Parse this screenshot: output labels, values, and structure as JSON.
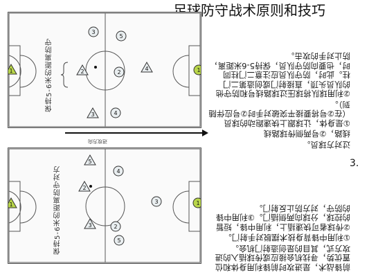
{
  "title": "足球防守战术原则和技巧",
  "diagram_top": {
    "players": [
      {
        "kind": "triangle",
        "label": "1",
        "color": "#b9d64a"
      },
      {
        "kind": "triangle",
        "label": "2",
        "color": "#e9eef0"
      },
      {
        "kind": "triangle",
        "label": "3",
        "color": "#e9eef0"
      },
      {
        "kind": "triangle",
        "label": "4",
        "color": "#e9eef0"
      },
      {
        "kind": "circle",
        "label": "1",
        "color": "#b9d64a"
      },
      {
        "kind": "circle",
        "label": "2",
        "color": "#e9eef0"
      },
      {
        "kind": "circle",
        "label": "3",
        "color": "#e9eef0"
      },
      {
        "kind": "circle",
        "label": "4",
        "color": "#e9eef0"
      },
      {
        "kind": "circle",
        "label": "5",
        "color": "#e9eef0"
      }
    ],
    "note": "保持5-6米的距离防守"
  },
  "diagram_bottom": {
    "players": [
      {
        "kind": "triangle",
        "label": "1",
        "color": "#b9d64a"
      },
      {
        "kind": "triangle",
        "label": "2",
        "color": "#e9eef0"
      },
      {
        "kind": "triangle",
        "label": "3",
        "color": "#e9eef0"
      },
      {
        "kind": "triangle",
        "label": "5",
        "color": "#e9eef0"
      },
      {
        "kind": "circle",
        "label": "1",
        "color": "#b9d64a"
      },
      {
        "kind": "circle",
        "label": "2",
        "color": "#e9eef0"
      },
      {
        "kind": "circle",
        "label": "3",
        "color": "#e9eef0"
      },
      {
        "kind": "circle",
        "label": "4",
        "color": "#e9eef0"
      },
      {
        "kind": "circle",
        "label": "5",
        "color": "#e9eef0"
      }
    ],
    "note": "保持5-6米的距离防守对方"
  },
  "arrow_caption": "进攻方向",
  "text_upper": {
    "p1": "过对方球员。",
    "p2": "线路，②号两侧传球路线",
    "p3": "①是身体，让球跟上快速跑动的球员（在②号将要接平突破对手时②号应伴随到）。",
    "p4": "②利用球队将球压过球路线号和防守他的队员头顶，直接射门或创造第二门柱。此时，防守队员应注意二门柱同时，也要向防守队员，保持5-6米距离，防止对手的攻击。"
  },
  "section_number": "3.",
  "text_lower": {
    "p1": "前锋战术，是进攻时前锋利用身体和位置优势，寻找机会接应或传球插入的进攻方式，其目的是创造射门机会。",
    "p2": "①利用中锋背身技术摆脱对手射门。",
    "p3": "②传球者可快速插上，利用中锋，短暂的控球，分球向两侧插门。③利用中锋的防守，对方防止反射门。"
  }
}
